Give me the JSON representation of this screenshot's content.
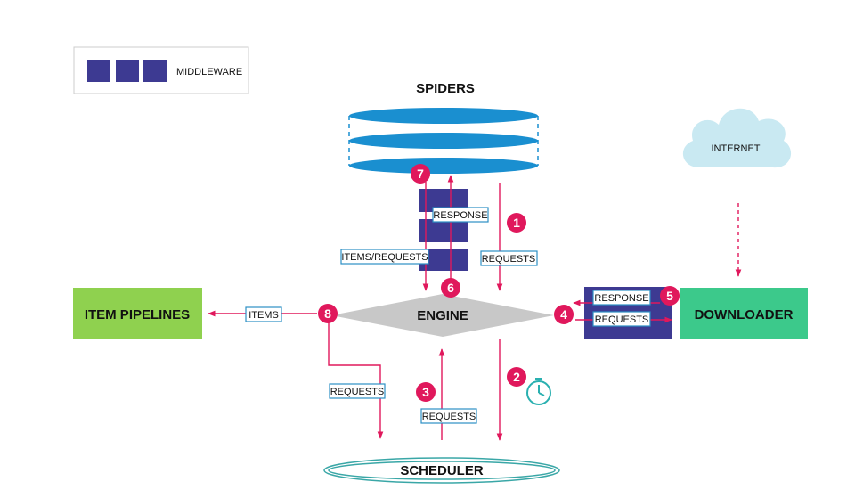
{
  "legend": {
    "label": "MIDDLEWARE"
  },
  "nodes": {
    "spiders": "SPIDERS",
    "internet": "INTERNET",
    "item_pipelines": "ITEM PIPELINES",
    "engine": "ENGINE",
    "downloader": "DOWNLOADER",
    "scheduler": "SCHEDULER"
  },
  "edge_labels": {
    "response_spider": "RESPONSE",
    "items_requests": "ITEMS/REQUESTS",
    "requests_1": "REQUESTS",
    "response_downloader": "RESPONSE",
    "requests_4": "REQUESTS",
    "items": "ITEMS",
    "requests_8": "REQUESTS",
    "requests_3": "REQUESTS"
  },
  "steps": [
    "1",
    "2",
    "3",
    "4",
    "5",
    "6",
    "7",
    "8"
  ],
  "colors": {
    "middleware": "#3d3a92",
    "spider_blue": "#1a8fd0",
    "arrow_pink": "#e0185c",
    "item_green": "#8fd14f",
    "downloader_green": "#3cc98b",
    "engine_gray": "#c8c8c8",
    "cloud": "#c9e9f2",
    "scheduler_teal": "#3aa7a7",
    "label_border": "#2c8fc4"
  }
}
